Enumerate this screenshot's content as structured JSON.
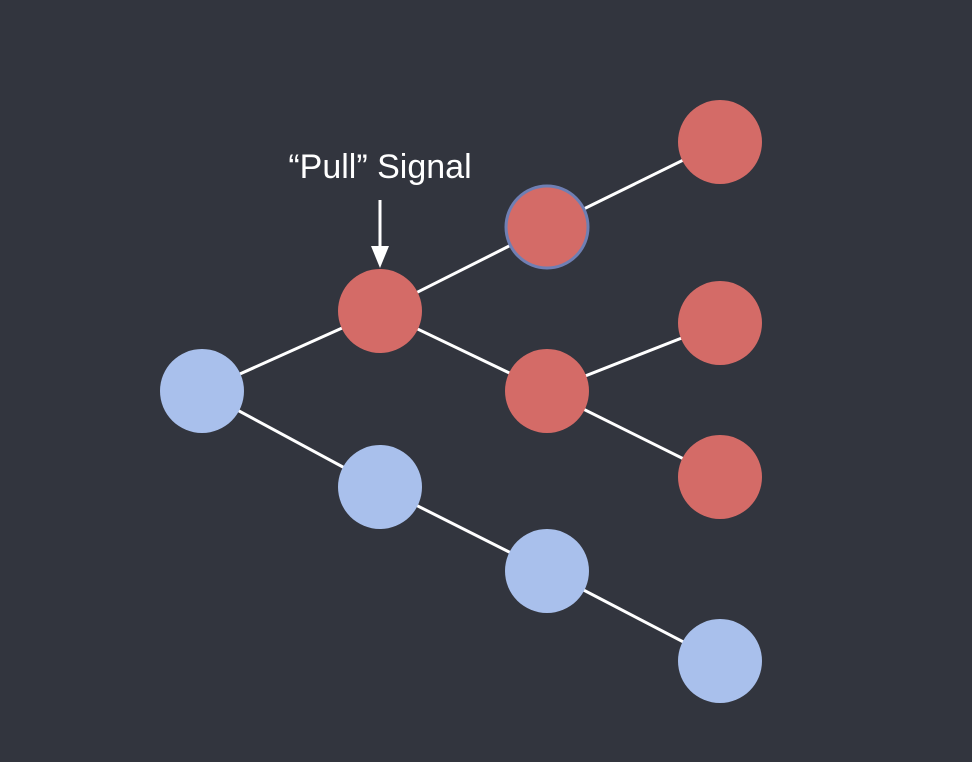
{
  "annotation": {
    "label": "“Pull” Signal",
    "target_node": "n2"
  },
  "colors": {
    "background": "#32353e",
    "inactive_node": "#a9c0ec",
    "active_node": "#d46b67",
    "highlight_ring": "#6f7fb3",
    "edge": "#ffffff",
    "arrow": "#ffffff"
  },
  "nodes": [
    {
      "id": "n0",
      "state": "inactive"
    },
    {
      "id": "n1",
      "state": "inactive"
    },
    {
      "id": "n2",
      "state": "active"
    },
    {
      "id": "n3",
      "state": "active",
      "highlighted": true
    },
    {
      "id": "n4",
      "state": "active"
    },
    {
      "id": "n5",
      "state": "active"
    },
    {
      "id": "n6",
      "state": "active"
    },
    {
      "id": "n7",
      "state": "active"
    },
    {
      "id": "n8",
      "state": "inactive"
    },
    {
      "id": "n9",
      "state": "inactive"
    }
  ],
  "edges": [
    [
      "n0",
      "n2"
    ],
    [
      "n0",
      "n1"
    ],
    [
      "n2",
      "n3"
    ],
    [
      "n2",
      "n4"
    ],
    [
      "n3",
      "n5"
    ],
    [
      "n4",
      "n6"
    ],
    [
      "n4",
      "n7"
    ],
    [
      "n1",
      "n8"
    ],
    [
      "n8",
      "n9"
    ]
  ]
}
